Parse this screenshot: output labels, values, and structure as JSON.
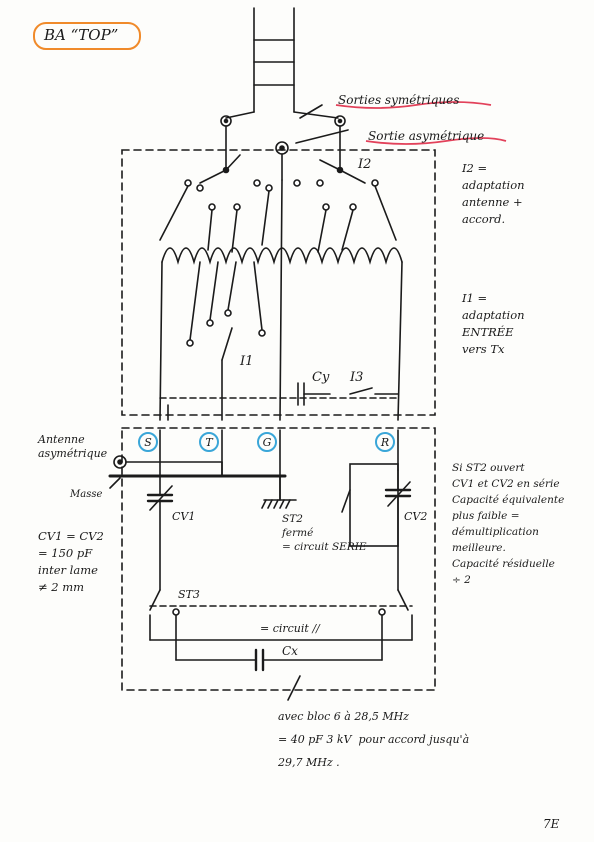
{
  "title": "BA “TOP”",
  "page_number": "7E",
  "labels": {
    "sorties_sym": "Sorties symétriques",
    "sortie_asym": "Sortie asymétrique",
    "i2": "I2",
    "i1": "I1",
    "cy": "Cy",
    "i3": "I3",
    "s": "S",
    "t": "T",
    "g": "G",
    "r": "R",
    "antenne": "Antenne\nasymétrique",
    "masse": "Masse",
    "cv1": "CV1",
    "cv2": "CV2",
    "st2": "ST2\nfermé\n= circuit SERIE",
    "st3": "ST3",
    "circuit_par": "= circuit //",
    "cx": "Cx"
  },
  "notes": {
    "i2_note": "I2 =\nadaptation\nantenne +\naccord.",
    "i1_note": "I1 =\nadaptation\nENTRÉE\nvers Tx",
    "st2_note": "Si ST2 ouvert\nCV1 et CV2 en série\nCapacité équivalente\nplus faible =\ndémultiplication\nmeilleure.\nCapacité résiduelle\n÷ 2",
    "cv_note": "CV1 = CV2\n= 150 pF\ninter lame\n≠ 2 mm",
    "cx_note": "avec bloc 6 à 28,5 MHz\n= 40 pF 3 kV  pour accord jusqu'à\n29,7 MHz ."
  },
  "colors": {
    "ink": "#1b1b1b",
    "title_border": "#f08a2a",
    "underline_red": "#e2415a",
    "terminal_circle": "#3aa6d8"
  }
}
